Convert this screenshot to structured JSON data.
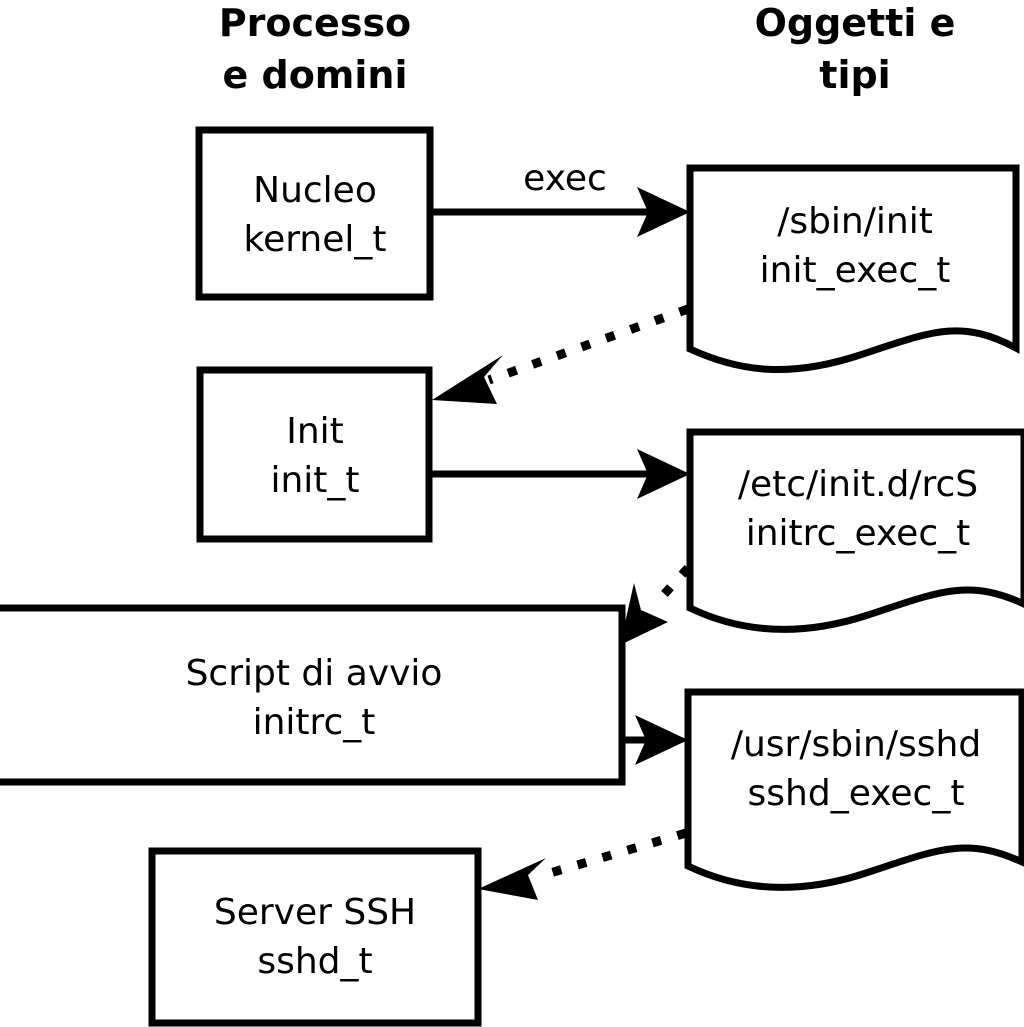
{
  "diagram": {
    "title_columns": {
      "left": {
        "line1": "Processo",
        "line2": "e domini"
      },
      "right": {
        "line1": "Oggetti e",
        "line2": "tipi"
      }
    },
    "colors": {
      "background": "#ffffff",
      "stroke": "#000000",
      "fill": "#ffffff"
    },
    "nodes": [
      {
        "id": "kernel",
        "shape": "rectangle",
        "line1": "Nucleo",
        "line2": "kernel_t"
      },
      {
        "id": "initexec",
        "shape": "document",
        "line1": "/sbin/init",
        "line2": "init_exec_t"
      },
      {
        "id": "init",
        "shape": "rectangle",
        "line1": "Init",
        "line2": "init_t"
      },
      {
        "id": "rcsexec",
        "shape": "document",
        "line1": "/etc/init.d/rcS",
        "line2": "initrc_exec_t"
      },
      {
        "id": "initrc",
        "shape": "rectangle",
        "line1": "Script di avvio",
        "line2": "initrc_t"
      },
      {
        "id": "sshdexec",
        "shape": "document",
        "line1": "/usr/sbin/sshd",
        "line2": "sshd_exec_t"
      },
      {
        "id": "sshd",
        "shape": "rectangle",
        "line1": "Server SSH",
        "line2": "sshd_t"
      }
    ],
    "edges": [
      {
        "id": "kernel-exec-initexec",
        "from": "kernel",
        "to": "initexec",
        "style": "solid",
        "label": "exec"
      },
      {
        "id": "initexec-to-init",
        "from": "initexec",
        "to": "init",
        "style": "dotted",
        "label": ""
      },
      {
        "id": "init-to-rcsexec",
        "from": "init",
        "to": "rcsexec",
        "style": "solid",
        "label": ""
      },
      {
        "id": "rcsexec-to-initrc",
        "from": "rcsexec",
        "to": "initrc",
        "style": "dotted",
        "label": ""
      },
      {
        "id": "initrc-to-sshdexec",
        "from": "initrc",
        "to": "sshdexec",
        "style": "solid",
        "label": ""
      },
      {
        "id": "sshdexec-to-sshd",
        "from": "sshdexec",
        "to": "sshd",
        "style": "dotted",
        "label": ""
      }
    ]
  }
}
